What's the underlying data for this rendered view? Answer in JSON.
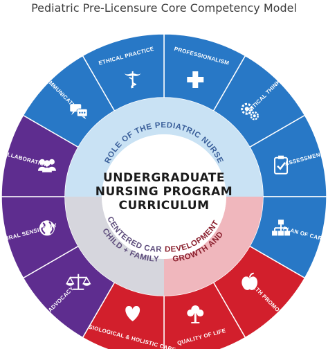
{
  "title": "Pediatric Pre-Licensure Core Competency Model",
  "colors": {
    "blue": "#2878c6",
    "purple": "#5e2d8f",
    "red": "#d21f2c",
    "ring_blue": "#c9e2f4",
    "ring_gray": "#d6d6dd",
    "ring_pink": "#f0b7bd",
    "ring_text_blue": "#3a5f9a",
    "ring_text_gray": "#5e4d7c",
    "ring_text_pink": "#8a1f2d"
  },
  "center": {
    "line1": "UNDERGRADUATE",
    "line2": "NURSING PROGRAM",
    "line3": "CURRICULUM"
  },
  "rings": {
    "role": "ROLE OF THE PEDIATRIC NURSE",
    "child_line1": "CHILD + FAMILY",
    "child_line2": "CENTERED CARE",
    "growth_line1": "GROWTH AND",
    "growth_line2": "DEVELOPMENT"
  },
  "segments": [
    {
      "label": "PROFESSIONALISM",
      "icon": "plus-icon",
      "group": "blue"
    },
    {
      "label": "CRITICAL THINKING",
      "icon": "gears-icon",
      "group": "blue"
    },
    {
      "label": "ASSESSMENT",
      "icon": "clipboard-check-icon",
      "group": "blue"
    },
    {
      "label": "PLAN OF CARE",
      "icon": "hierarchy-icon",
      "group": "blue"
    },
    {
      "label": "HEALTH PROMOTION",
      "icon": "apple-icon",
      "group": "red"
    },
    {
      "label": "QUALITY OF LIFE",
      "icon": "tree-icon",
      "group": "red"
    },
    {
      "label": "PHYSIOLOGICAL & HOLISTIC CARE",
      "icon": "heart-icon",
      "group": "red"
    },
    {
      "label": "ADVOCACY",
      "icon": "scales-icon",
      "group": "purple"
    },
    {
      "label": "CULTURAL SENSITIVITY",
      "icon": "globe-icon",
      "group": "purple"
    },
    {
      "label": "COLLABORATION",
      "icon": "people-icon",
      "group": "purple"
    },
    {
      "label": "COMMUNICATION",
      "icon": "chat-icon",
      "group": "blue"
    },
    {
      "label": "ETHICAL PRACTICE",
      "icon": "caduceus-icon",
      "group": "blue"
    }
  ]
}
